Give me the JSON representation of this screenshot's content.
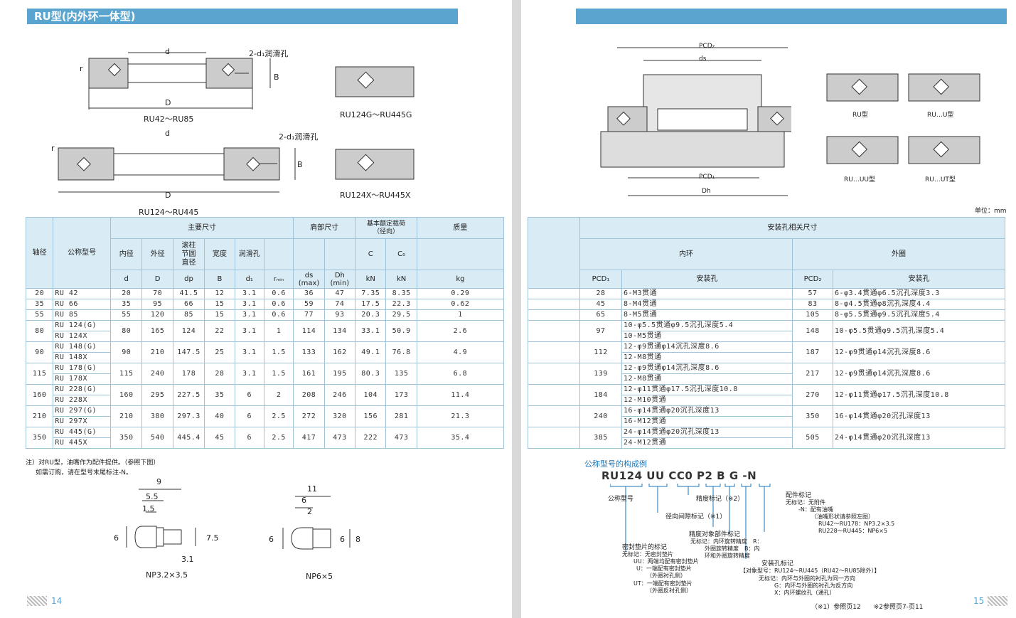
{
  "left": {
    "header": "RU型(内外环一体型)",
    "labels": {
      "d": "d",
      "D": "D",
      "r": "r",
      "B": "B",
      "lube_hole": "2-d₁润滑孔",
      "cap1": "RU42～RU85",
      "cap2": "RU124～RU445",
      "cap3": "RU124G～RU445G",
      "cap4": "RU124X～RU445X"
    },
    "table": {
      "h_shaft": "轴径",
      "h_model": "公称型号",
      "h_main": "主要尺寸",
      "h_shoulder": "肩部尺寸",
      "h_load": "基本额定载荷\n（径向）",
      "h_mass": "质量",
      "sub": [
        "内径",
        "外径",
        "滚柱\n节圆\n直径",
        "宽度",
        "润滑孔"
      ],
      "sym": [
        "d",
        "D",
        "dp",
        "B",
        "d₁",
        "rₘᵢₙ",
        "ds\n(max)",
        "Dh\n(min)",
        "kN",
        "kN",
        "kg"
      ],
      "sym_load": [
        "C",
        "C₀"
      ],
      "rows": [
        {
          "shaft": "20",
          "models": [
            "RU 42"
          ],
          "d": "20",
          "D": "70",
          "dp": "41.5",
          "B": "12",
          "d1": "3.1",
          "r": "0.6",
          "ds": "36",
          "dh": "47",
          "c": "7.35",
          "c0": "8.35",
          "kg": "0.29"
        },
        {
          "shaft": "35",
          "models": [
            "RU 66"
          ],
          "d": "35",
          "D": "95",
          "dp": "66",
          "B": "15",
          "d1": "3.1",
          "r": "0.6",
          "ds": "59",
          "dh": "74",
          "c": "17.5",
          "c0": "22.3",
          "kg": "0.62"
        },
        {
          "shaft": "55",
          "models": [
            "RU 85"
          ],
          "d": "55",
          "D": "120",
          "dp": "85",
          "B": "15",
          "d1": "3.1",
          "r": "0.6",
          "ds": "77",
          "dh": "93",
          "c": "20.3",
          "c0": "29.5",
          "kg": "1"
        },
        {
          "shaft": "80",
          "models": [
            "RU 124(G)",
            "RU 124X"
          ],
          "d": "80",
          "D": "165",
          "dp": "124",
          "B": "22",
          "d1": "3.1",
          "r": "1",
          "ds": "114",
          "dh": "134",
          "c": "33.1",
          "c0": "50.9",
          "kg": "2.6"
        },
        {
          "shaft": "90",
          "models": [
            "RU 148(G)",
            "RU 148X"
          ],
          "d": "90",
          "D": "210",
          "dp": "147.5",
          "B": "25",
          "d1": "3.1",
          "r": "1.5",
          "ds": "133",
          "dh": "162",
          "c": "49.1",
          "c0": "76.8",
          "kg": "4.9"
        },
        {
          "shaft": "115",
          "models": [
            "RU 178(G)",
            "RU 178X"
          ],
          "d": "115",
          "D": "240",
          "dp": "178",
          "B": "28",
          "d1": "3.1",
          "r": "1.5",
          "ds": "161",
          "dh": "195",
          "c": "80.3",
          "c0": "135",
          "kg": "6.8"
        },
        {
          "shaft": "160",
          "models": [
            "RU 228(G)",
            "RU 228X"
          ],
          "d": "160",
          "D": "295",
          "dp": "227.5",
          "B": "35",
          "d1": "6",
          "r": "2",
          "ds": "208",
          "dh": "246",
          "c": "104",
          "c0": "173",
          "kg": "11.4"
        },
        {
          "shaft": "210",
          "models": [
            "RU 297(G)",
            "RU 297X"
          ],
          "d": "210",
          "D": "380",
          "dp": "297.3",
          "B": "40",
          "d1": "6",
          "r": "2.5",
          "ds": "272",
          "dh": "320",
          "c": "156",
          "c0": "281",
          "kg": "21.3"
        },
        {
          "shaft": "350",
          "models": [
            "RU 445(G)",
            "RU 445X"
          ],
          "d": "350",
          "D": "540",
          "dp": "445.4",
          "B": "45",
          "d1": "6",
          "r": "2.5",
          "ds": "417",
          "dh": "473",
          "c": "222",
          "c0": "473",
          "kg": "35.4"
        }
      ]
    },
    "note1": "注）对RU型，油嘴作为配件提供。（参照下图）",
    "note2": "如需订购，请在型号末尾标注-N。",
    "np1": {
      "caption": "NP3.2×3.5",
      "d9": "9",
      "d55": "5.5",
      "d15": "1.5",
      "phi6": "6",
      "phi75": "7.5",
      "phi31": "3.1"
    },
    "np2": {
      "caption": "NP6×5",
      "d11": "11",
      "d6": "6",
      "d2": "2",
      "phi6a": "6",
      "phi6b": "6",
      "phi8": "8"
    },
    "page_num": "14"
  },
  "right": {
    "labels": {
      "pcd2": "PCD₂",
      "ds": "ds",
      "pcd1": "PCD₁",
      "dh": "Dh",
      "t1": "RU型",
      "t2": "RU…U型",
      "t3": "RU…UU型",
      "t4": "RU…UT型",
      "unit": "单位：mm"
    },
    "table": {
      "h_main": "安装孔相关尺寸",
      "h_inner": "内环",
      "h_outer": "外圈",
      "h_pcd1": "PCD₁",
      "h_hole1": "安装孔",
      "h_pcd2": "PCD₂",
      "h_hole2": "安装孔",
      "rows": [
        {
          "pcd1": "28",
          "inner": [
            "6-M3贯通"
          ],
          "pcd2": "57",
          "outer": "6-φ3.4贯通φ6.5沉孔深度3.3"
        },
        {
          "pcd1": "45",
          "inner": [
            "8-M4贯通"
          ],
          "pcd2": "83",
          "outer": "8-φ4.5贯通φ8沉孔深度4.4"
        },
        {
          "pcd1": "65",
          "inner": [
            "8-M5贯通"
          ],
          "pcd2": "105",
          "outer": "8-φ5.5贯通φ9.5沉孔深度5.4"
        },
        {
          "pcd1": "97",
          "inner": [
            "10-φ5.5贯通φ9.5沉孔深度5.4",
            "10-M5贯通"
          ],
          "pcd2": "148",
          "outer": "10-φ5.5贯通φ9.5沉孔深度5.4"
        },
        {
          "pcd1": "112",
          "inner": [
            "12-φ9贯通φ14沉孔深度8.6",
            "12-M8贯通"
          ],
          "pcd2": "187",
          "outer": "12-φ9贯通φ14沉孔深度8.6"
        },
        {
          "pcd1": "139",
          "inner": [
            "12-φ9贯通φ14沉孔深度8.6",
            "12-M8贯通"
          ],
          "pcd2": "217",
          "outer": "12-φ9贯通φ14沉孔深度8.6"
        },
        {
          "pcd1": "184",
          "inner": [
            "12-φ11贯通φ17.5沉孔深度10.8",
            "12-M10贯通"
          ],
          "pcd2": "270",
          "outer": "12-φ11贯通φ17.5沉孔深度10.8"
        },
        {
          "pcd1": "240",
          "inner": [
            "16-φ14贯通φ20沉孔深度13",
            "16-M12贯通"
          ],
          "pcd2": "350",
          "outer": "16-φ14贯通φ20沉孔深度13"
        },
        {
          "pcd1": "385",
          "inner": [
            "24-φ14贯通φ20沉孔深度13",
            "24-M12贯通"
          ],
          "pcd2": "505",
          "outer": "24-φ14贯通φ20沉孔深度13"
        }
      ]
    },
    "model_title": "公称型号的构成例",
    "model_code": "RU124 UU CC0 P2 B G -N",
    "parts": {
      "nominal": "公称型号",
      "precision": "精度标记（※2）",
      "clearance": "径向间隙标记（※1）",
      "prec_target": "精度对象部件标记",
      "prec_t1": "无标记：内环旋转精度　R：",
      "prec_t2": "外圈旋转精度　B：内",
      "prec_t3": "环和外圈旋转精度",
      "seal": "密封垫片的标记",
      "seal1": "无标记：无密封垫片",
      "seal2": "UU：两端均配有密封垫片",
      "seal3": "U：一端配有密封垫片",
      "seal4": "（外圈衬孔侧）",
      "seal5": "UT：一端配有密封垫片",
      "seal6": "（外圈反衬孔侧）",
      "acc": "配件标记",
      "acc1": "无标记：无附件",
      "acc2": "-N：配有油嘴",
      "acc3": "（油嘴形状请参照左图）",
      "acc4": "RU42～RU178：NP3.2×3.5",
      "acc5": "RU228～RU445：NP6×5",
      "hole": "安装孔标记",
      "hole1": "【对象型号：RU124～RU445（RU42～RU85除外）】",
      "hole2": "无标记：内环与外圈的衬孔为同一方向",
      "hole3": "G：内环与外圈的衬孔为反方向",
      "hole4": "X：内环螺纹孔（通孔）"
    },
    "footnote": "（※1）参照页12　　※2参照页7-页11",
    "page_num": "15"
  },
  "colors": {
    "accent": "#5aa5cf",
    "table_head": "#d9ebf5",
    "title_blue": "#1a76b8"
  }
}
